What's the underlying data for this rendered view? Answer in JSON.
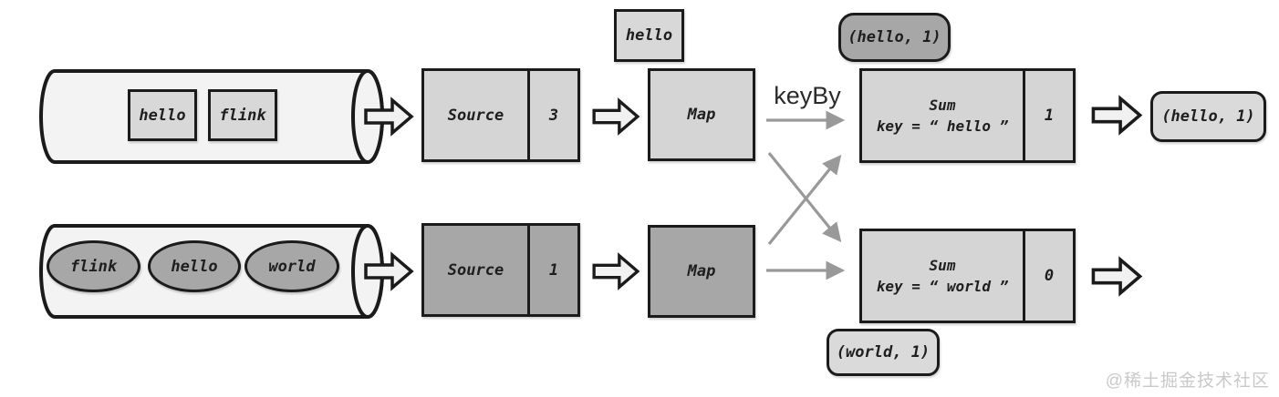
{
  "diagram_title": "flink-wordcount-keyby-dataflow",
  "watermark": "@稀土掘金技术社区",
  "keyby_label": "keyBy",
  "top_pipeline": {
    "input_records": [
      "hello",
      "flink"
    ],
    "source": {
      "label": "Source",
      "parallelism": "3"
    },
    "map": {
      "label": "Map"
    },
    "map_output_record": "hello",
    "sum": {
      "title": "Sum",
      "key_expr": "key = “ hello ”",
      "count": "1"
    },
    "state_badge": "(hello, 1)",
    "output_record": "(hello, 1)"
  },
  "bottom_pipeline": {
    "input_records": [
      "flink",
      "hello",
      "world"
    ],
    "source": {
      "label": "Source",
      "parallelism": "1"
    },
    "map": {
      "label": "Map"
    },
    "sum": {
      "title": "Sum",
      "key_expr": "key = “ world ”",
      "count": "0"
    },
    "state_badge": "(world, 1)"
  },
  "colors": {
    "node_light": "#d5d5d5",
    "node_dark": "#a7a7a7",
    "cylinder_fill": "#f3f3f3",
    "block_arrow_fill": "#f1f1f1",
    "thin_arrow": "#999999",
    "border": "#1b1b1b"
  }
}
